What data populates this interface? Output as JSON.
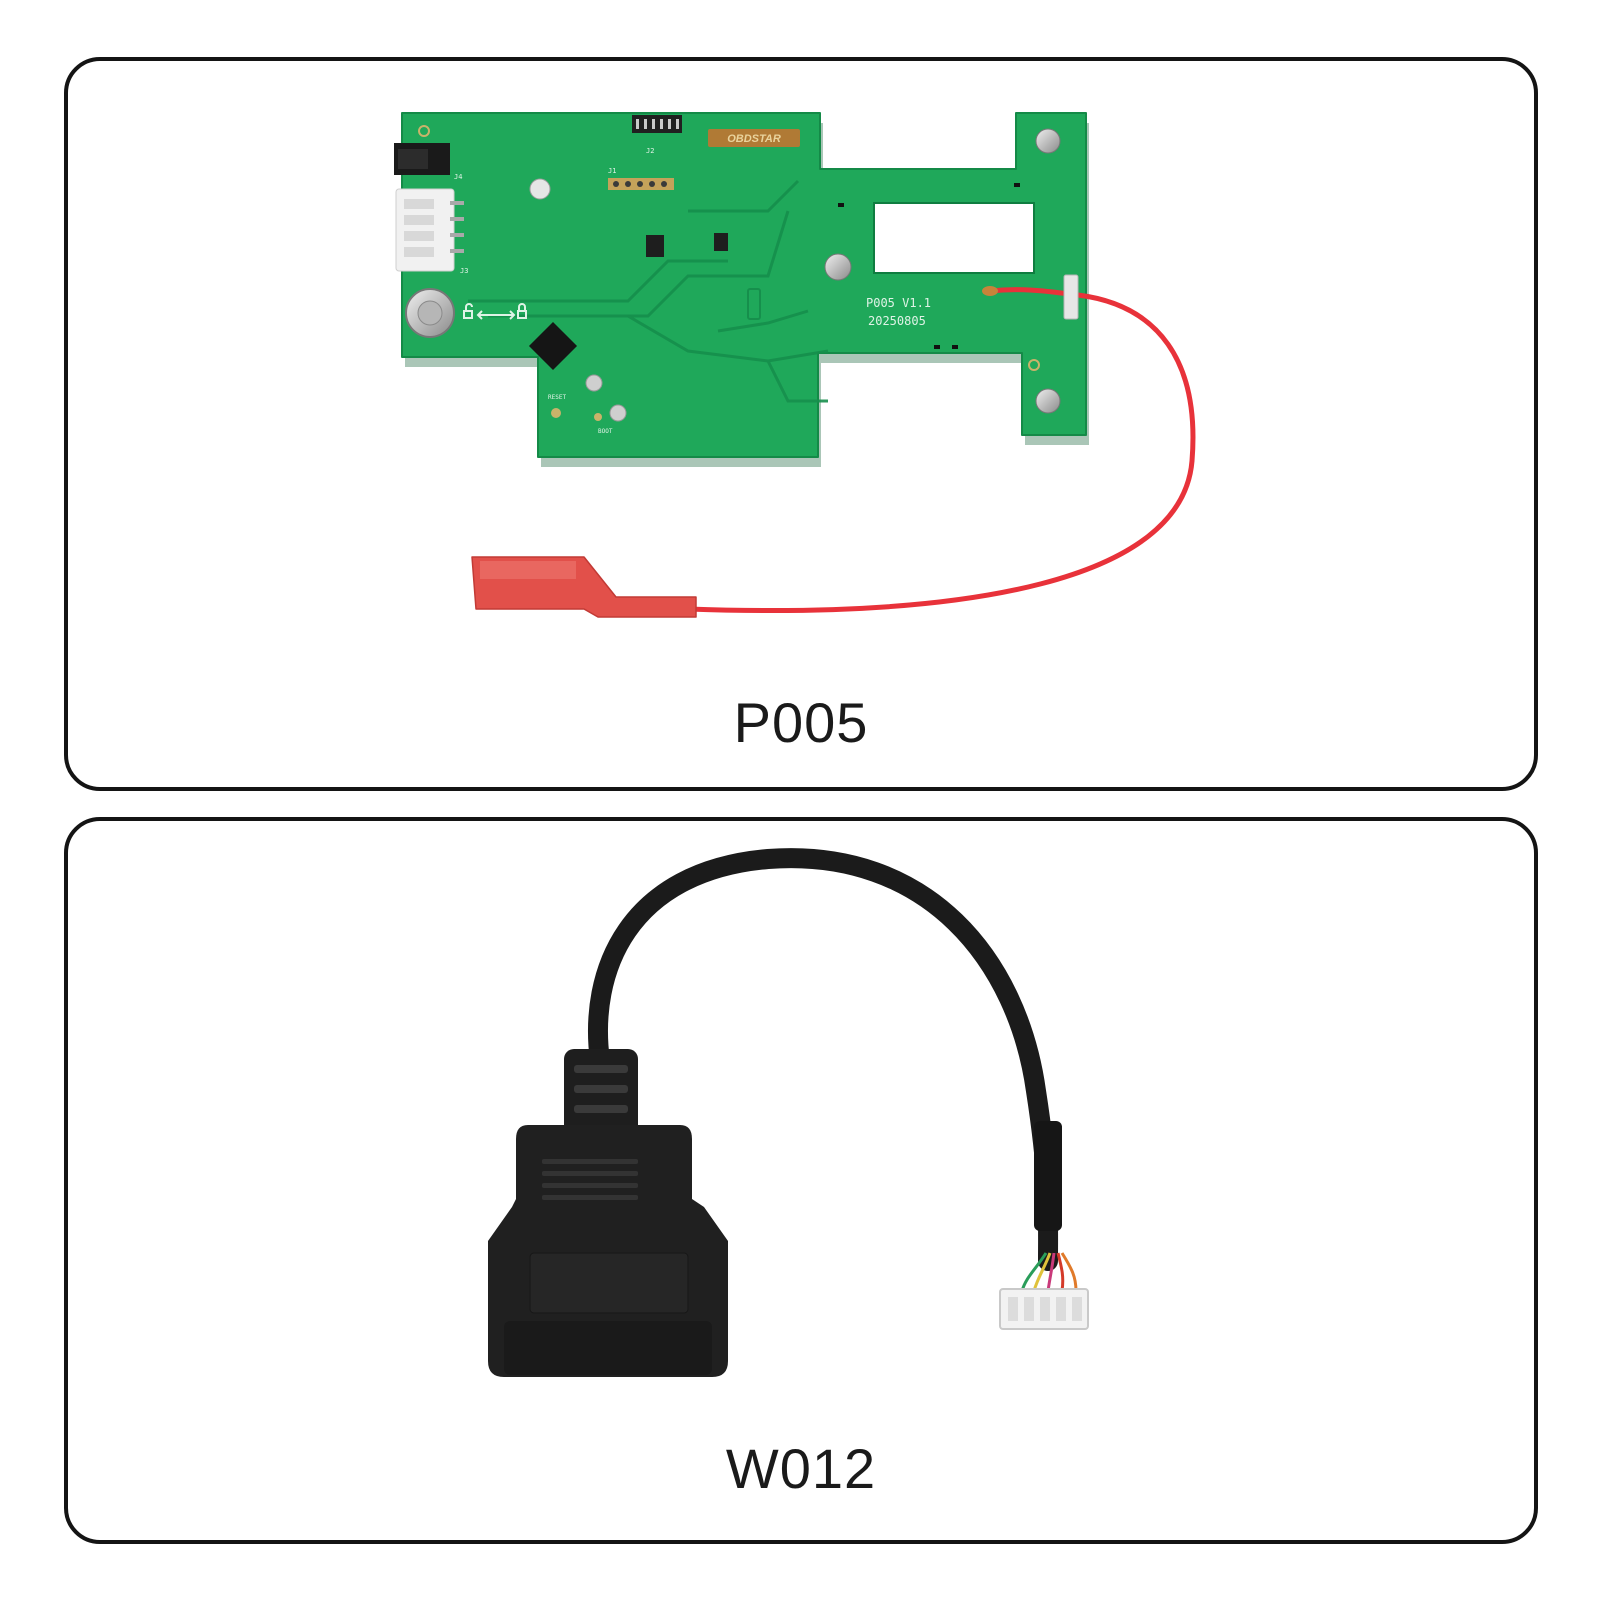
{
  "panels": [
    {
      "caption": "P005",
      "board": {
        "brand_logo": "OBDSTAR",
        "model_text": "P005 V1.1",
        "date_text": "20250805",
        "button_labels": [
          "RESET",
          "BOOT"
        ],
        "connector_labels": [
          "J1",
          "J2",
          "J3",
          "J4"
        ]
      },
      "colors": {
        "pcb": "#1fa85a",
        "wire": "#e8323a",
        "terminal": "#e2504a"
      }
    },
    {
      "caption": "W012",
      "colors": {
        "cable": "#1b1b1b",
        "connector": "#202020",
        "socket": "#f2f2f2"
      }
    }
  ]
}
